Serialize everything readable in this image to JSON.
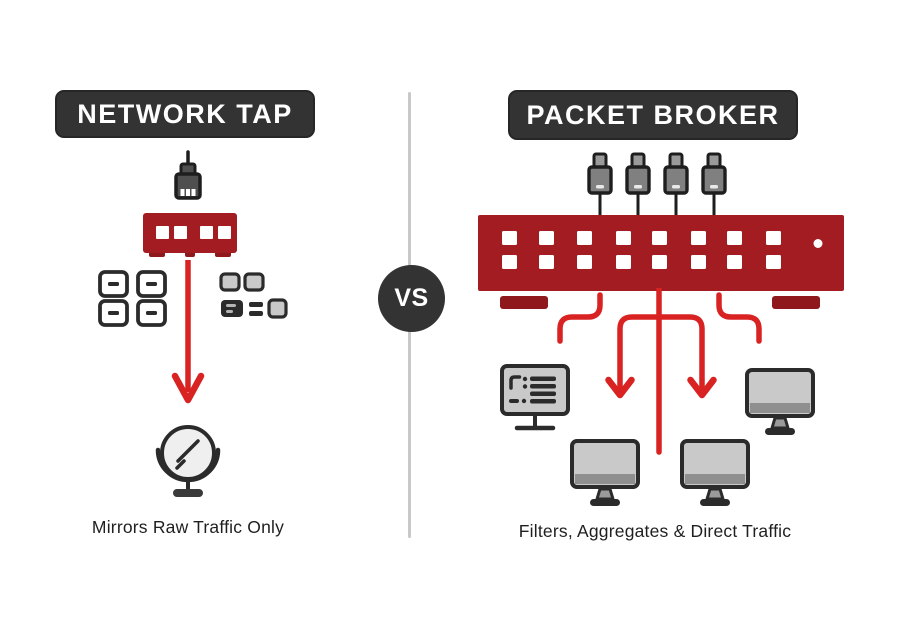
{
  "colors": {
    "bg": "#ffffff",
    "charcoal": "#333333",
    "device-red": "#A21C21",
    "device-red-dark": "#8E181C",
    "arrow-red": "#D92222",
    "outline-dark": "#2B2B2B",
    "plug-gray": "#808080",
    "screen-gray": "#C9C9C9",
    "chin-gray": "#8F8F8F",
    "divider-gray": "#C8C8C8",
    "text-dark": "#1F1F1F"
  },
  "left_panel": {
    "title": "NETWORK TAP",
    "caption": "Mirrors Raw Traffic Only",
    "icons": [
      "ethernet-plug-icon",
      "tap-device-icon",
      "port-grid-icon",
      "port-cluster-icon",
      "down-arrow-icon",
      "mirror-icon"
    ]
  },
  "divider": {
    "vs_label": "VS"
  },
  "right_panel": {
    "title": "PACKET BROKER",
    "caption": "Filters, Aggregates & Direct Traffic",
    "connector_count": 4,
    "icons": [
      "usb-plug-icon",
      "broker-device-icon",
      "branch-arrows-icon",
      "dashboard-monitor-icon",
      "desktop-monitor-icon"
    ]
  }
}
